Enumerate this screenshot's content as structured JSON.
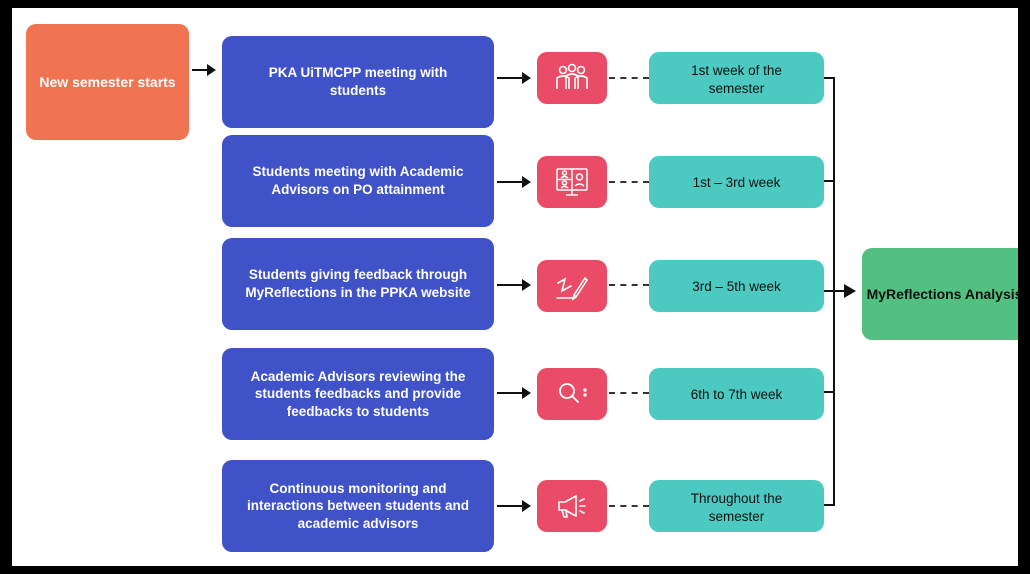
{
  "start": {
    "label": "New semester starts"
  },
  "steps": [
    {
      "text": "PKA UiTMCPP meeting with students",
      "icon": "people-group-icon",
      "time": "1st week of the semester"
    },
    {
      "text": "Students meeting with Academic Advisors on PO attainment",
      "icon": "video-meeting-icon",
      "time": "1st – 3rd week"
    },
    {
      "text": "Students giving feedback through MyReflections in the PPKA website",
      "icon": "pen-signature-icon",
      "time": "3rd – 5th week"
    },
    {
      "text": "Academic Advisors reviewing the students feedbacks and provide feedbacks to students",
      "icon": "magnifier-icon",
      "time": "6th to 7th week"
    },
    {
      "text": "Continuous monitoring and interactions between students and academic advisors",
      "icon": "megaphone-icon",
      "time": "Throughout the semester"
    }
  ],
  "result": {
    "label": "MyReflections Analysis"
  },
  "colors": {
    "start": "#f07352",
    "step": "#3f52c8",
    "icon_box": "#ea4b66",
    "time": "#4cc9c0",
    "result": "#52c080"
  }
}
